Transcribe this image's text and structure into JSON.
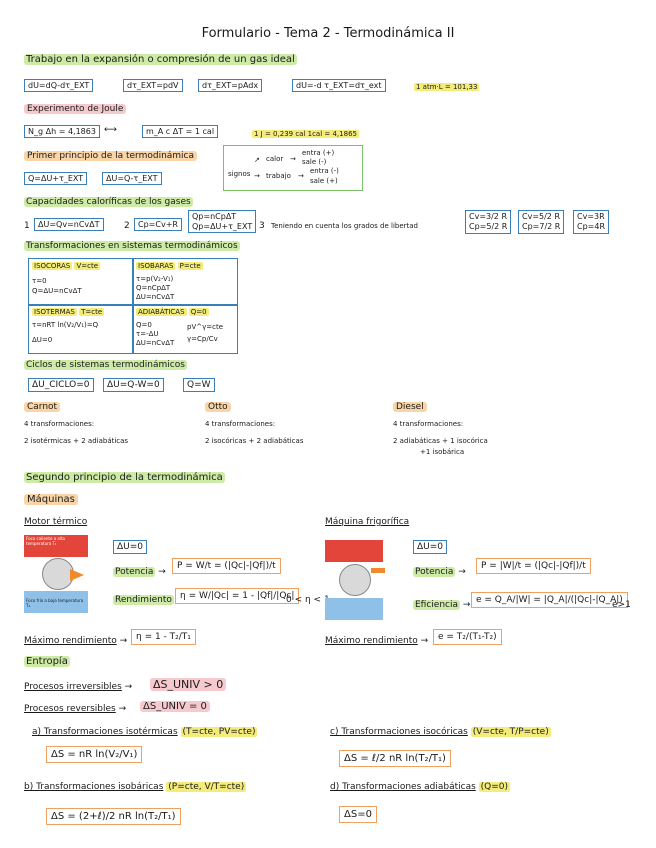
{
  "title": "Formulario - Tema 2 - Termodinámica II",
  "trabajo": {
    "heading": "Trabajo en la expansión o compresión de un gas ideal",
    "eq1": "dU=dQ-dτ_EXT",
    "eq2": "dτ_EXT=pdV",
    "eq3": "dτ_EXT=pAdx",
    "eq4": "dU=-d τ_EXT=dτ_ext",
    "note": "1 atm·L = 101,33"
  },
  "joule": {
    "heading": "Experimento de Joule",
    "eq1": "N_g Δh = 4,1863",
    "eq2": "m_A c ΔT = 1 cal",
    "note": "1 J = 0,239 cal   1cal = 4,1865"
  },
  "primer": {
    "heading": "Primer principio de la termodinámica",
    "eq1": "Q=ΔU+τ_EXT",
    "eq2": "ΔU=Q-τ_EXT",
    "signos": "signos",
    "calor": "calor",
    "calor_entra": "entra (+)",
    "calor_sale": "sale (-)",
    "trabajo": "trabajo",
    "trabajo_entra": "entra (-)",
    "trabajo_sale": "sale (+)"
  },
  "capacidades": {
    "heading": "Capacidades caloríficas de los gases",
    "n1": "1",
    "eq1": "ΔU=Qv=nCvΔT",
    "n2": "2",
    "eq2": "Cp=Cv+R",
    "eq2b_1": "Qp=nCpΔT",
    "eq2b_2": "Qp=ΔU+τ_EXT",
    "n3": "3",
    "grados": "Teniendo en cuenta los grados de libertad",
    "c1a": "Cv=3/2 R",
    "c1b": "Cp=5/2 R",
    "c2a": "Cv=5/2 R",
    "c2b": "Cp=7/2 R",
    "c3a": "Cv=3R",
    "c3b": "Cp=4R"
  },
  "transformaciones": {
    "heading": "Transformaciones en sistemas termodinámicos",
    "isocoras_title": "ISOCORAS",
    "isocoras_cond": "V=cte",
    "isocoras_l1": "τ=0",
    "isocoras_l2": "Q=ΔU=nCvΔT",
    "isobaras_title": "ISOBARAS",
    "isobaras_cond": "P=cte",
    "isobaras_l1": "τ=p(V₂-V₁)",
    "isobaras_l2": "Q=nCpΔT",
    "isobaras_l3": "ΔU=nCvΔT",
    "isotermas_title": "ISOTERMAS",
    "isotermas_cond": "T=cte",
    "isotermas_l1": "τ=nRT ln(V₂/V₁)=Q",
    "isotermas_l2": "ΔU=0",
    "adiabaticas_title": "ADIABÁTICAS",
    "adiabaticas_cond": "Q=0",
    "adiabaticas_l1": "Q=0",
    "adiabaticas_l2": "τ=-ΔU",
    "adiabaticas_l3": "ΔU=nCvΔT",
    "adiabaticas_r1": "pV^γ=cte",
    "adiabaticas_r2": "γ=Cp/Cv"
  },
  "ciclos": {
    "heading": "Ciclos de sistemas termodinámicos",
    "eq1": "ΔU_CICLO=0",
    "eq2": "ΔU=Q-W=0",
    "eq3": "Q=W",
    "carnot": "Carnot",
    "carnot_l1": "4 transformaciones:",
    "carnot_l2": "2 isotérmicas + 2 adiabáticas",
    "otto": "Otto",
    "otto_l1": "4 transformaciones:",
    "otto_l2": "2 isocóricas + 2 adiabáticas",
    "diesel": "Diesel",
    "diesel_l1": "4 transformaciones:",
    "diesel_l2": "2 adiabáticas + 1 isocórica",
    "diesel_l3": "+1 isobárica"
  },
  "segundo": {
    "heading": "Segundo principio de la termodinámica",
    "maquinas": "Máquinas",
    "motor": "Motor térmico",
    "motor_du": "ΔU=0",
    "potencia": "Potencia",
    "motor_pot": "P = W/t = (|Qc|-|Qf|)/t",
    "rendimiento": "Rendimiento",
    "motor_rend": "η = W/|Qc| = 1 - |Qf|/|Qc|",
    "motor_cond": "0 < η < 1",
    "maquina": "Máquina frigorífica",
    "maq_du": "ΔU=0",
    "maq_pot": "P = |W|/t = (|Qc|-|Qf|)/t",
    "eficiencia": "Eficiencia",
    "maq_ef": "e = Q_A/|W| = |Q_A|/(|Qc|-|Q_A|)",
    "maq_cond": "e>1",
    "max_rend": "Máximo rendimiento",
    "max_rend_eq": "η = 1 - T₂/T₁",
    "max_rend_maq": "Máximo rendimiento",
    "max_rend_maq_eq": "e = T₂/(T₁-T₂)",
    "foco_c": "Foco caliente a alta temperatura T₁",
    "foco_f": "Foco frío a baja temperatura T₂"
  },
  "entropia": {
    "heading": "Entropía",
    "irrev": "Procesos irreversibles",
    "irrev_eq": "ΔS_UNIV > 0",
    "rev": "Procesos reversibles",
    "rev_eq": "ΔS_UNIV = 0",
    "a_label": "a) Transformaciones isotérmicas",
    "a_cond": "(T=cte, PV=cte)",
    "a_eq": "ΔS = nR ln(V₂/V₁)",
    "b_label": "b) Transformaciones isobáricas",
    "b_cond": "(P=cte, V/T=cte)",
    "b_eq": "ΔS = (2+ℓ)/2 nR ln(T₂/T₁)",
    "c_label": "c) Transformaciones isocóricas",
    "c_cond": "(V=cte, T/P=cte)",
    "c_eq": "ΔS = ℓ/2 nR ln(T₂/T₁)",
    "d_label": "d) Transformaciones adiabáticas",
    "d_cond": "(Q=0)",
    "d_eq": "ΔS=0"
  },
  "colors": {
    "green_highlight": "#cdeaa6",
    "pink_highlight": "#f6c9cf",
    "orange": "#f0a060",
    "blue_box": "#3a7fb8",
    "yellow": "#f3ec7a"
  }
}
